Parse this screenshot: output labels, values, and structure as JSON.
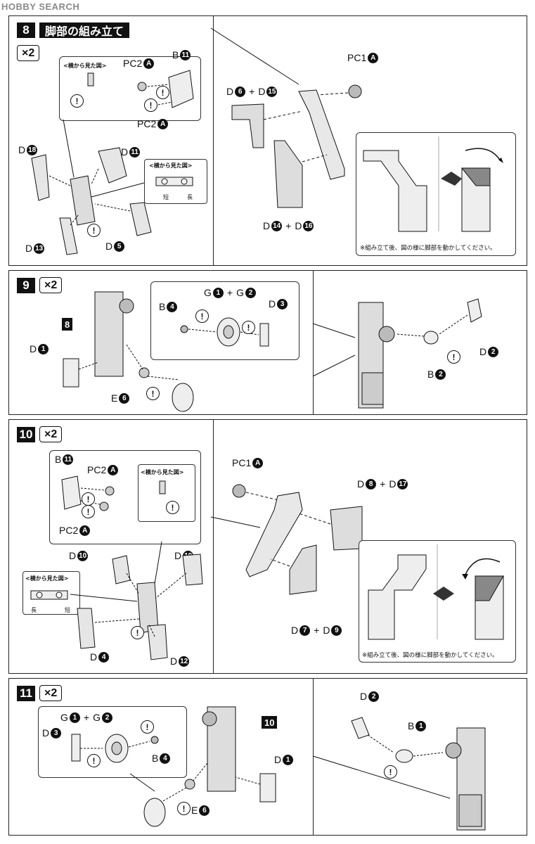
{
  "watermark": "HOBBY SEARCH",
  "step8": {
    "num": "8",
    "title": "脚部の組み立て",
    "qty": "×2",
    "sideview_label": "<横から見た図>",
    "sideview_label2": "<横から見た図>",
    "short_label": "短",
    "long_label": "長",
    "note": "※組み立て後、図の様に脚部を動かしてください。",
    "parts": {
      "pc2a_top": "PC2",
      "pc2a_top_n": "A",
      "pc2a_bot": "PC2",
      "pc2a_bot_n": "A",
      "b11": "B",
      "b11_n": "11",
      "d18": "D",
      "d18_n": "18",
      "d11": "D",
      "d11_n": "11",
      "d13": "D",
      "d13_n": "13",
      "d5": "D",
      "d5_n": "5",
      "pc1a": "PC1",
      "pc1a_n": "A",
      "d6": "D",
      "d6_n": "6",
      "d15": "D",
      "d15_n": "15",
      "d14": "D",
      "d14_n": "14",
      "d16": "D",
      "d16_n": "16"
    }
  },
  "step9": {
    "num": "9",
    "qty": "×2",
    "ref": "8",
    "parts": {
      "b4": "B",
      "b4_n": "4",
      "g1": "G",
      "g1_n": "1",
      "g2": "G",
      "g2_n": "2",
      "d3": "D",
      "d3_n": "3",
      "d1": "D",
      "d1_n": "1",
      "e6": "E",
      "e6_n": "6",
      "d2": "D",
      "d2_n": "2",
      "b2": "B",
      "b2_n": "2"
    }
  },
  "step10": {
    "num": "10",
    "qty": "×2",
    "sideview_label": "<横から見た図>",
    "sideview_label2": "<横から見た図>",
    "long_label": "長",
    "short_label": "短",
    "note": "※組み立て後、図の様に脚部を動かしてください。",
    "parts": {
      "b11": "B",
      "b11_n": "11",
      "pc2a_top": "PC2",
      "pc2a_top_n": "A",
      "pc2a_bot": "PC2",
      "pc2a_bot_n": "A",
      "d10": "D",
      "d10_n": "10",
      "d19": "D",
      "d19_n": "19",
      "d4": "D",
      "d4_n": "4",
      "d12": "D",
      "d12_n": "12",
      "pc1a": "PC1",
      "pc1a_n": "A",
      "d8": "D",
      "d8_n": "8",
      "d17": "D",
      "d17_n": "17",
      "d7": "D",
      "d7_n": "7",
      "d9": "D",
      "d9_n": "9"
    }
  },
  "step11": {
    "num": "11",
    "qty": "×2",
    "ref": "10",
    "parts": {
      "g1": "G",
      "g1_n": "1",
      "g2": "G",
      "g2_n": "2",
      "d3": "D",
      "d3_n": "3",
      "b4": "B",
      "b4_n": "4",
      "d1": "D",
      "d1_n": "1",
      "e6": "E",
      "e6_n": "6",
      "d2": "D",
      "d2_n": "2",
      "b1": "B",
      "b1_n": "1"
    }
  },
  "warn_symbol": "!"
}
